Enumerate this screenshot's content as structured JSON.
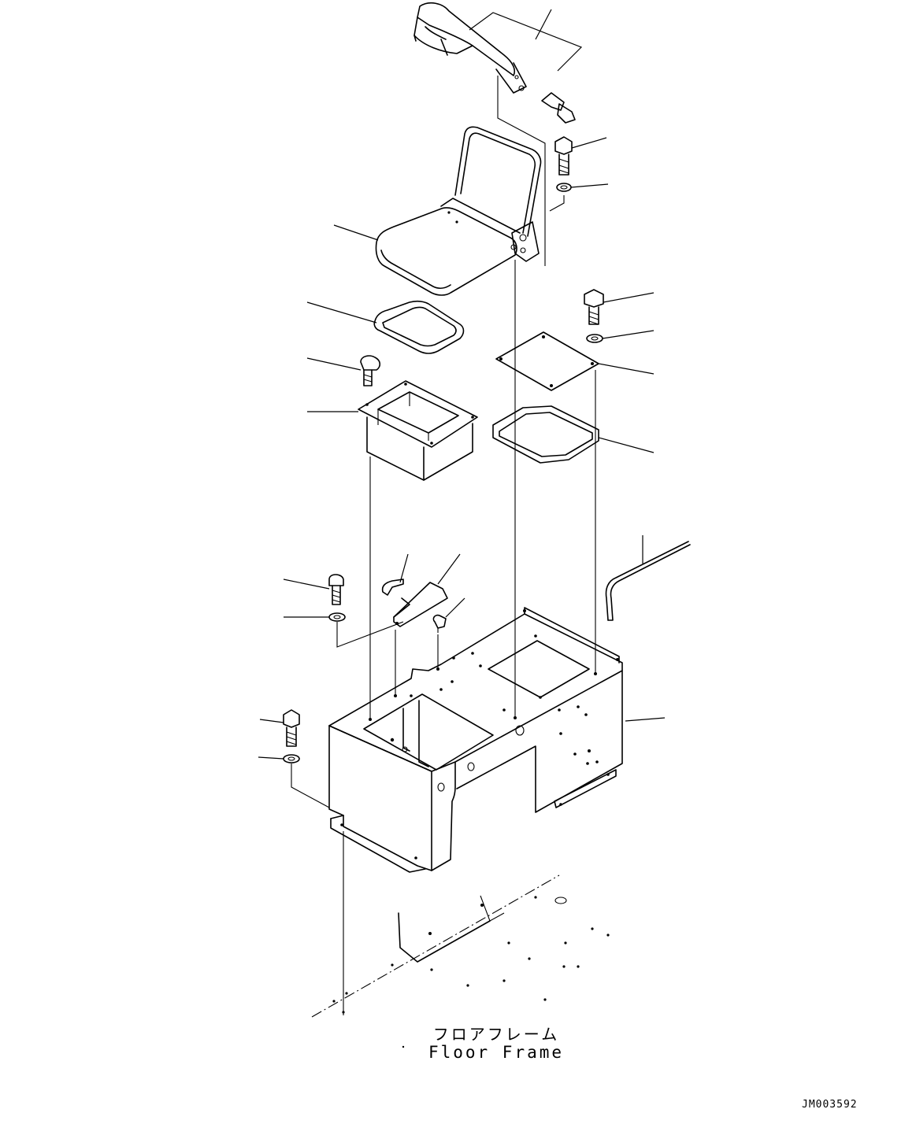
{
  "floor_frame_label": {
    "japanese": "フロアフレーム",
    "english": "Floor Frame"
  },
  "drawing_number": "JM003592",
  "parts": [
    {
      "icon": "armrest-icon"
    },
    {
      "icon": "bolt-icon"
    },
    {
      "icon": "washer-icon"
    },
    {
      "icon": "seat-icon"
    },
    {
      "icon": "gasket-icon"
    },
    {
      "icon": "cover-plate-icon"
    },
    {
      "icon": "box-duct-icon"
    },
    {
      "icon": "console-stand-icon"
    },
    {
      "icon": "rod-icon"
    },
    {
      "icon": "bracket-icon"
    },
    {
      "icon": "floor-frame-icon"
    }
  ]
}
